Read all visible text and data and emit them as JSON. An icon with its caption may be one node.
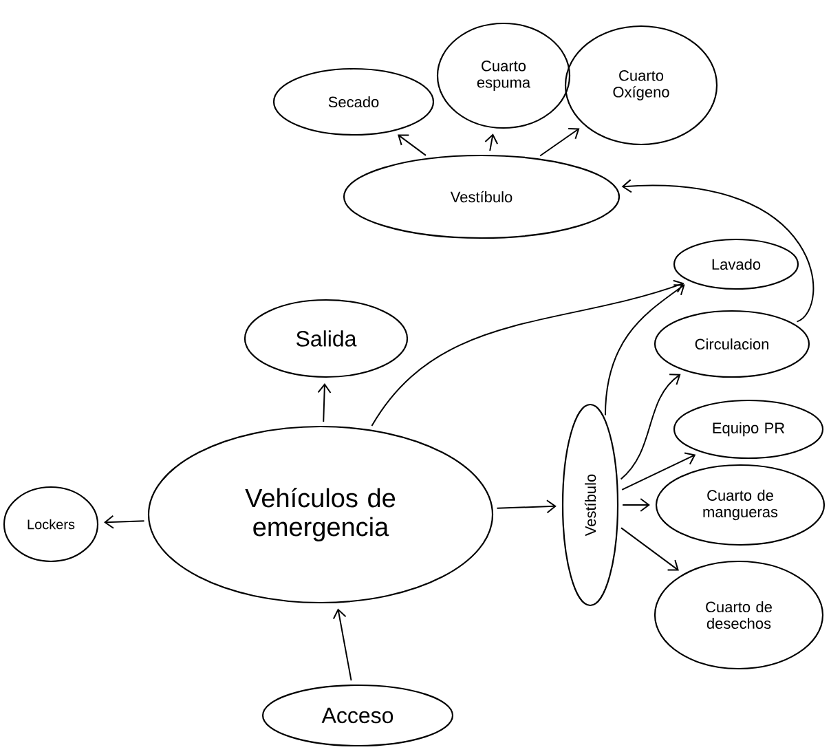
{
  "diagram": {
    "nodes": [
      {
        "text": [
          "Secado"
        ]
      },
      {
        "text": [
          "Cuarto espuma"
        ]
      },
      {
        "text": [
          "Cuarto Oxígeno"
        ]
      },
      {
        "text": [
          "Vestíbulo"
        ]
      },
      {
        "text": [
          "Salida"
        ]
      },
      {
        "text": [
          "Lavado"
        ]
      },
      {
        "text": [
          "Circulacion"
        ]
      },
      {
        "text": [
          "Vehículos de emergencia"
        ]
      },
      {
        "text": [
          "Lockers"
        ]
      },
      {
        "text": [
          "Vestíbulo"
        ]
      },
      {
        "text": [
          "Equipo PR"
        ]
      },
      {
        "text": [
          "Cuarto de mangueras"
        ]
      },
      {
        "text": [
          "Cuarto de desechos"
        ]
      },
      {
        "text": [
          "Acceso"
        ]
      }
    ],
    "edges": [
      {
        "from": 3,
        "to": 0,
        "arrow": "to"
      },
      {
        "from": 3,
        "to": 1,
        "arrow": "to"
      },
      {
        "from": 3,
        "to": 2,
        "arrow": "to"
      },
      {
        "from": 6,
        "to": 3,
        "arrow": "to"
      },
      {
        "from": 7,
        "to": 4,
        "arrow": "to"
      },
      {
        "from": 7,
        "to": 5,
        "arrow": "to"
      },
      {
        "from": 7,
        "to": 8,
        "arrow": "to"
      },
      {
        "from": 7,
        "to": 9,
        "arrow": "to"
      },
      {
        "from": 9,
        "to": 5,
        "arrow": "to"
      },
      {
        "from": 9,
        "to": 6,
        "arrow": "to"
      },
      {
        "from": 9,
        "to": 10,
        "arrow": "to"
      },
      {
        "from": 9,
        "to": 11,
        "arrow": "to"
      },
      {
        "from": 9,
        "to": 12,
        "arrow": "to"
      },
      {
        "from": 13,
        "to": 7,
        "arrow": "to"
      }
    ]
  }
}
